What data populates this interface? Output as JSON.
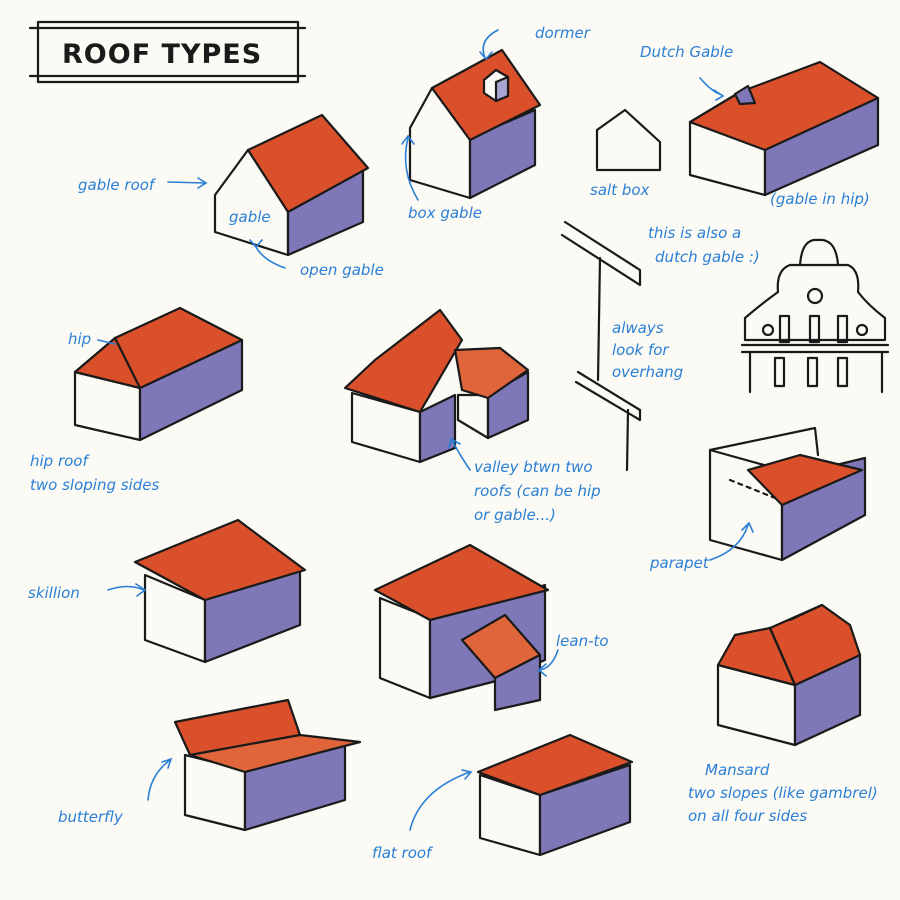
{
  "title": "ROOF TYPES",
  "labels": {
    "dormer": "dormer",
    "dutch_gable": "Dutch Gable",
    "gable_roof": "gable roof",
    "gable": "gable",
    "open_gable": "open gable",
    "box_gable": "box gable",
    "salt_box": "salt box",
    "gable_in_hip": "(gable in hip)",
    "dutch_gable_note_1": "this is also a",
    "dutch_gable_note_2": "dutch gable :)",
    "overhang_1": "always",
    "overhang_2": "look for",
    "overhang_3": "overhang",
    "hip": "hip",
    "hip_roof_1": "hip roof",
    "hip_roof_2": "two sloping sides",
    "valley_1": "valley btwn two",
    "valley_2": "roofs (can be hip",
    "valley_3": "or gable...)",
    "parapet": "parapet",
    "skillion": "skillion",
    "lean_to": "lean-to",
    "mansard_1": "Mansard",
    "mansard_2": "two slopes (like gambrel)",
    "mansard_3": "on all four sides",
    "butterfly": "butterfly",
    "flat_roof": "flat roof"
  },
  "colors": {
    "roof": "#d9502a",
    "shadow": "#7f78b8",
    "ink": "#1a1a1a",
    "label": "#2a7fd6",
    "paper": "#fbfaf4"
  }
}
